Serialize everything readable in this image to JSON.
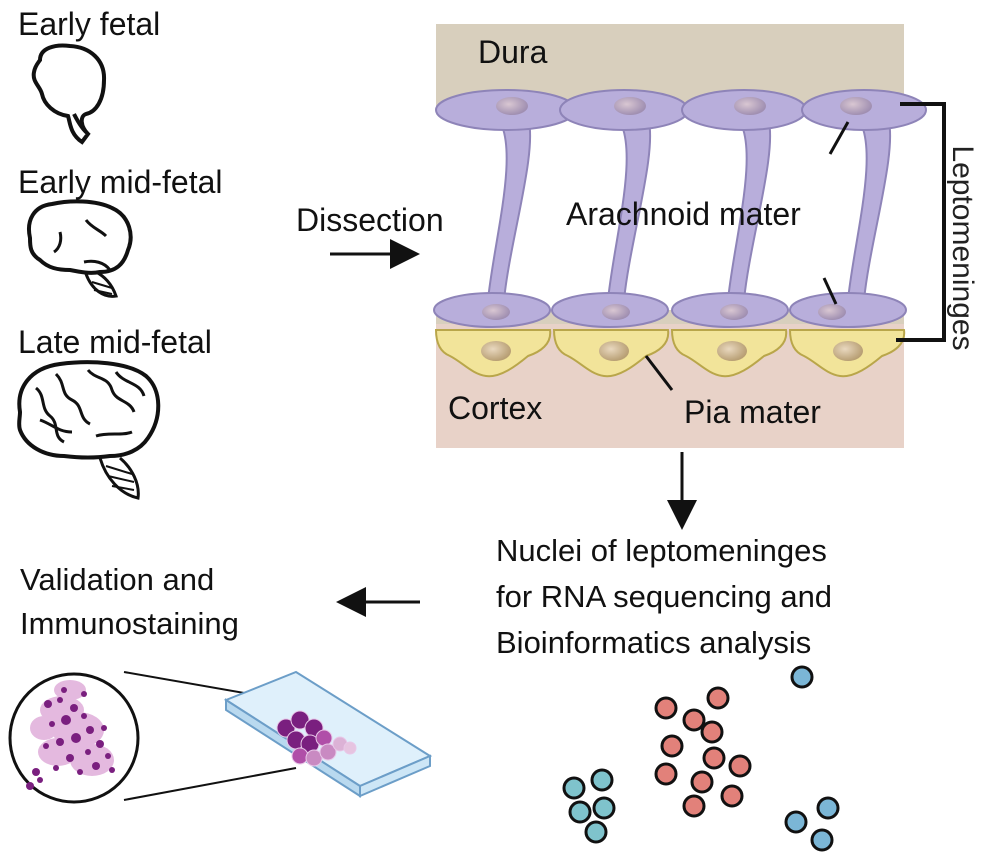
{
  "stages": [
    {
      "label": "Early fetal",
      "icon": "early-fetal-brain-icon"
    },
    {
      "label": "Early mid-fetal",
      "icon": "early-mid-fetal-brain-icon"
    },
    {
      "label": "Late mid-fetal",
      "icon": "late-mid-fetal-brain-icon"
    }
  ],
  "dissection_label": "Dissection",
  "anatomy": {
    "dura": "Dura",
    "arachnoid": "Arachnoid mater",
    "leptomeninges": "Leptomeninges",
    "cortex": "Cortex",
    "pia": "Pia mater"
  },
  "sequencing": {
    "lines": [
      "Nuclei of leptomeninges",
      "for RNA sequencing and",
      "Bioinformatics analysis"
    ]
  },
  "validation": {
    "lines": [
      "Validation and",
      "Immunostaining"
    ]
  },
  "colors": {
    "dura": "#d8cfbd",
    "cortex": "#e8d2c8",
    "arachnoid": "#b8aedb",
    "arachnoid_stroke": "#8e84b8",
    "pia": "#f2e49a",
    "pia_stroke": "#b9a64a",
    "cell_red": "#e2817a",
    "cell_teal": "#7fc3cc",
    "cell_blue": "#7bb6d6",
    "stain_purple": "#7a1f7f"
  }
}
